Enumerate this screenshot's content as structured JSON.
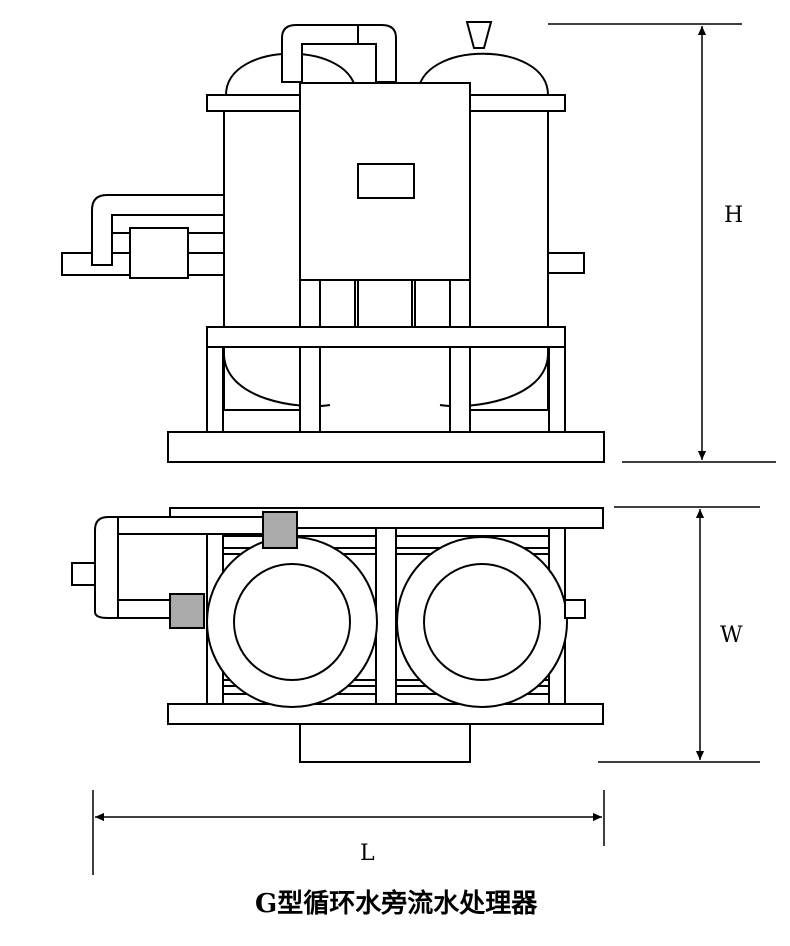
{
  "labels": {
    "height": "H",
    "width": "W",
    "length": "L"
  },
  "caption": "G型循环水旁流水处理器"
}
